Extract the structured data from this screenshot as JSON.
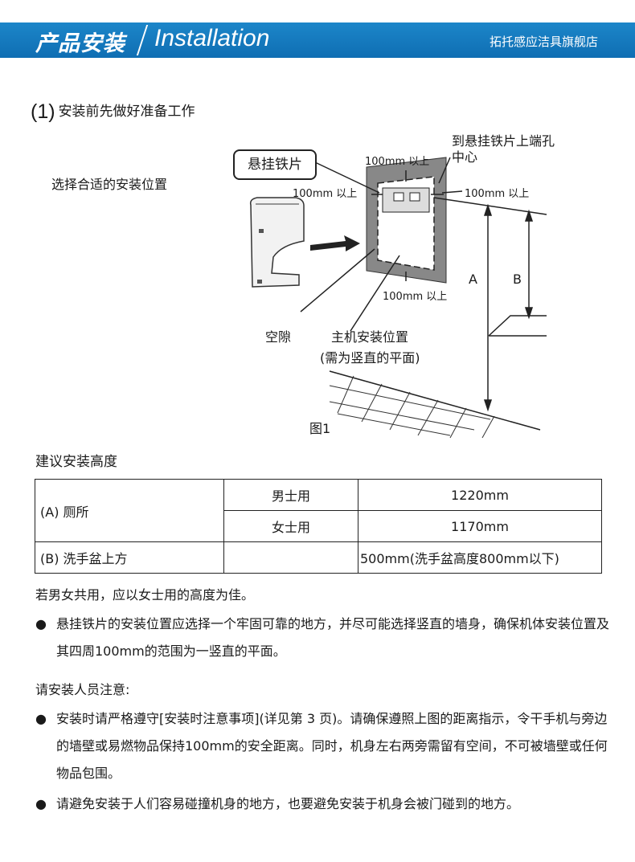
{
  "header": {
    "title_cn": "产品安装",
    "title_en": "Installation",
    "shop": "拓托感应洁具旗舰店"
  },
  "section1": {
    "number": "(1)",
    "title": "安装前先做好准备工作"
  },
  "diagram": {
    "choose_position": "选择合适的安装位置",
    "hanging_plate": "悬挂铁片",
    "hole_center_line1": "到悬挂铁片上端孔",
    "hole_center_line2": "中心",
    "gap_top": "100mm 以上",
    "gap_left": "100mm 以上",
    "gap_right": "100mm 以上",
    "gap_bottom": "100mm 以上",
    "label_a": "A",
    "label_b": "B",
    "gap": "空隙",
    "main_position": "主机安装位置",
    "vertical_note": "(需为竖直的平面)",
    "figure": "图1"
  },
  "heights": {
    "title": "建议安装高度",
    "row_a_label": "(A)  厕所",
    "male": "男士用",
    "male_value": "1220mm",
    "female": "女士用",
    "female_value": "1170mm",
    "row_b_label": "(B)  洗手盆上方",
    "row_b_value": "500mm(洗手盆高度800mm以下)"
  },
  "notes": {
    "shared": "若男女共用，应以女士用的高度为佳。",
    "bullet1": "悬挂铁片的安装位置应选择一个牢固可靠的地方，并尽可能选择竖直的墙身，确保机体安装位置及其四周100mm的范围为一竖直的平面。",
    "installer_title": "请安装人员注意:",
    "bullet2": "安装时请严格遵守[安装时注意事项](详见第 3 页)。请确保遵照上图的距离指示，令干手机与旁边的墙壁或易燃物品保持100mm的安全距离。同时，机身左右两旁需留有空间，不可被墙壁或任何物品包围。",
    "bullet3": "请避免安装于人们容易碰撞机身的地方，也要避免安装于机身会被门碰到的地方。",
    "bullet_symbol": "●"
  }
}
